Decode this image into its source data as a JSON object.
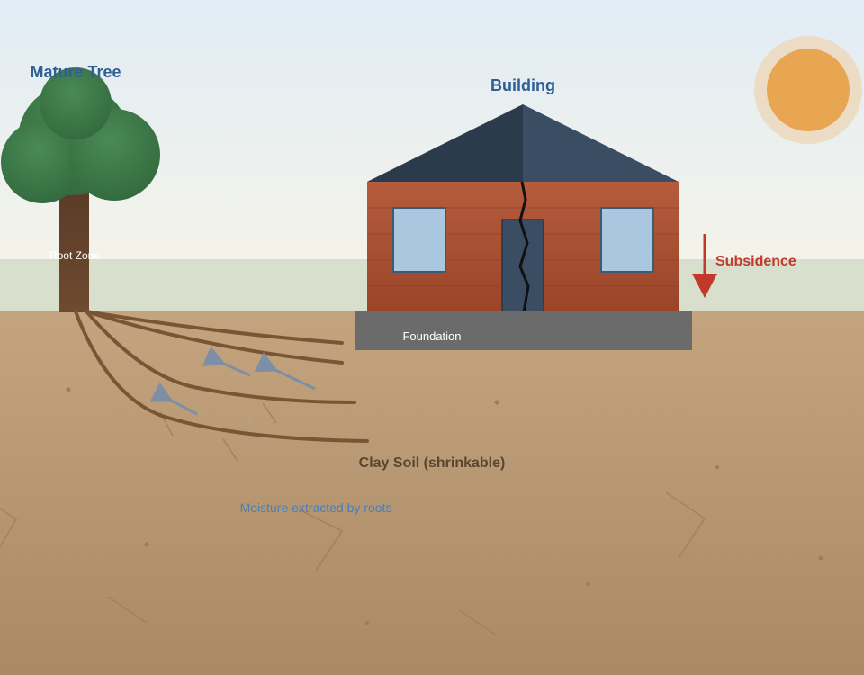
{
  "labels": {
    "tree": "Mature Tree",
    "building": "Building",
    "root_zone": "Root Zone",
    "subsidence": "Subsidence",
    "foundation": "Foundation",
    "soil": "Clay Soil (shrinkable)",
    "moisture": "Moisture extracted by roots"
  },
  "colors": {
    "title_blue": "#2f5f93",
    "subsidence_red": "#c0392b",
    "soil_label": "#5a4630",
    "moisture_blue": "#4a7fb5",
    "brick": "#a94b2c",
    "roof": "#33465c",
    "sun": "#e8a552",
    "foliage": "#3f7a4a",
    "trunk": "#5c3d27",
    "root": "#7a5535",
    "foundation": "#6b6b6b"
  }
}
